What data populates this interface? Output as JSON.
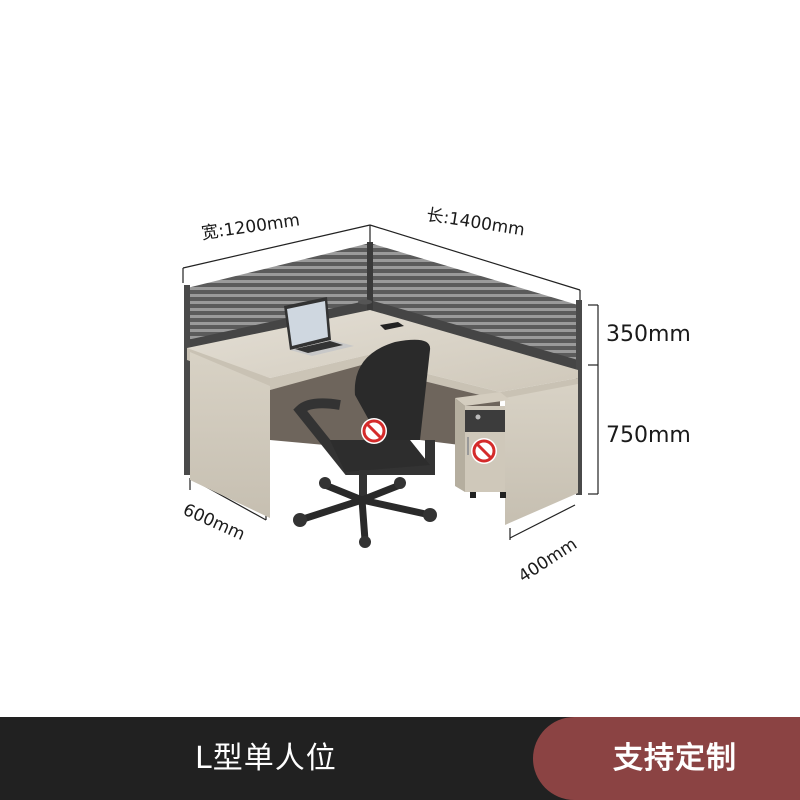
{
  "product": {
    "name": "L型单人位",
    "cta": "支持定制"
  },
  "dimensions": {
    "width": "宽:1200mm",
    "length": "长:1400mm",
    "screen_height": "350mm",
    "desk_height": "750mm",
    "depth": "600mm",
    "pedestal_depth": "400mm"
  },
  "colors": {
    "bar_background": "#212121",
    "cta_background": "#8b4343",
    "text_light": "#ffffff",
    "desk_wood": "#d9d3c7",
    "screen_frame": "#4a4a4a",
    "no_sign_red": "#d42b2b"
  },
  "icons": {
    "prohibited_sign_chair": "no-entry-sign",
    "prohibited_sign_pedestal": "no-entry-sign"
  }
}
